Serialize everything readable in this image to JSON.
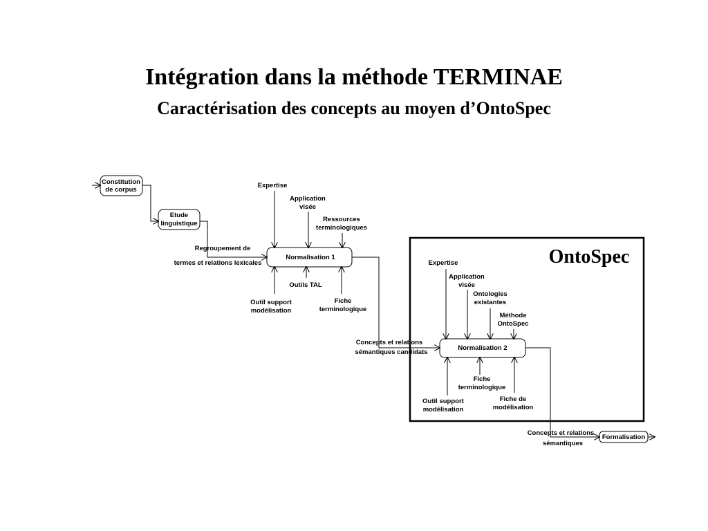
{
  "title": "Intégration dans la méthode TERMINAE",
  "subtitle": "Caractérisation des concepts au moyen d’OntoSpec",
  "diagram": {
    "corpus": [
      "Constitution",
      "de corpus"
    ],
    "etude": [
      "Etude",
      "linguistique"
    ],
    "regroupement": [
      "Regroupement de",
      "termes et relations lexicales"
    ],
    "expertise1": "Expertise",
    "application1": [
      "Application",
      "visée"
    ],
    "ressources": [
      "Ressources",
      "terminologiques"
    ],
    "normalisation1": "Normalisation 1",
    "outil_support1": [
      "Outil support",
      "modélisation"
    ],
    "outils_tal": "Outils TAL",
    "fiche_term1": [
      "Fiche",
      "terminologique"
    ],
    "concepts_candidats": [
      "Concepts et relations",
      "sémantiques candidats"
    ],
    "ontospec_label": "OntoSpec",
    "expertise2": "Expertise",
    "application2": [
      "Application",
      "visée"
    ],
    "ontologies": [
      "Ontologies",
      "existantes"
    ],
    "methode": [
      "Méthode",
      "OntoSpec"
    ],
    "normalisation2": "Normalisation 2",
    "fiche_term2": [
      "Fiche",
      "terminologique"
    ],
    "outil_support2": [
      "Outil support",
      "modélisation"
    ],
    "fiche_modelisation": [
      "Fiche de",
      "modélisation"
    ],
    "concepts_finaux": [
      "Concepts et relations",
      "sémantiques"
    ],
    "formalisation": "Formalisation"
  }
}
